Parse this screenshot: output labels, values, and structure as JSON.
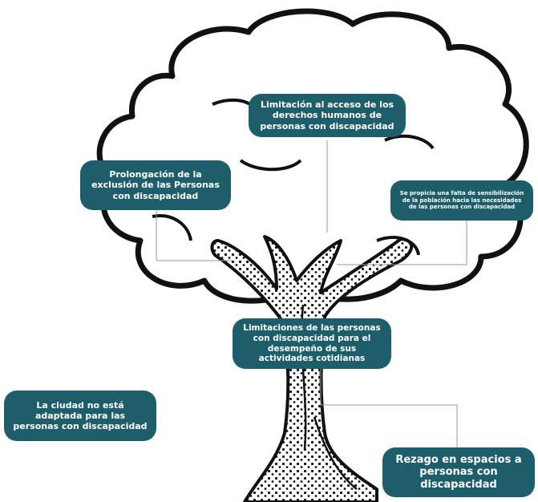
{
  "theme": {
    "pill_color": "#1e5e6b",
    "text_color": "#ffffff",
    "outline_color": "#111111",
    "trunk_color": "#ffffff",
    "dot_color": "#111111"
  },
  "diagram": {
    "type": "problem-tree",
    "effects": {
      "top": "Limitación al acceso de los derechos humanos de personas con discapacidad",
      "left": "Prolongación de la exclusión de las Personas con discapacidad",
      "right": "Se propicia una falta de sensibilización de la población hacia las necesidades de las personas con discapacidad"
    },
    "core_problem": "Limitaciones de las personas con discapacidad para el desempeño de sus actividades cotidianas",
    "causes": {
      "left": "La ciudad no está adaptada para las personas con discapacidad",
      "right": "Rezago en espacios a personas con discapacidad"
    }
  }
}
